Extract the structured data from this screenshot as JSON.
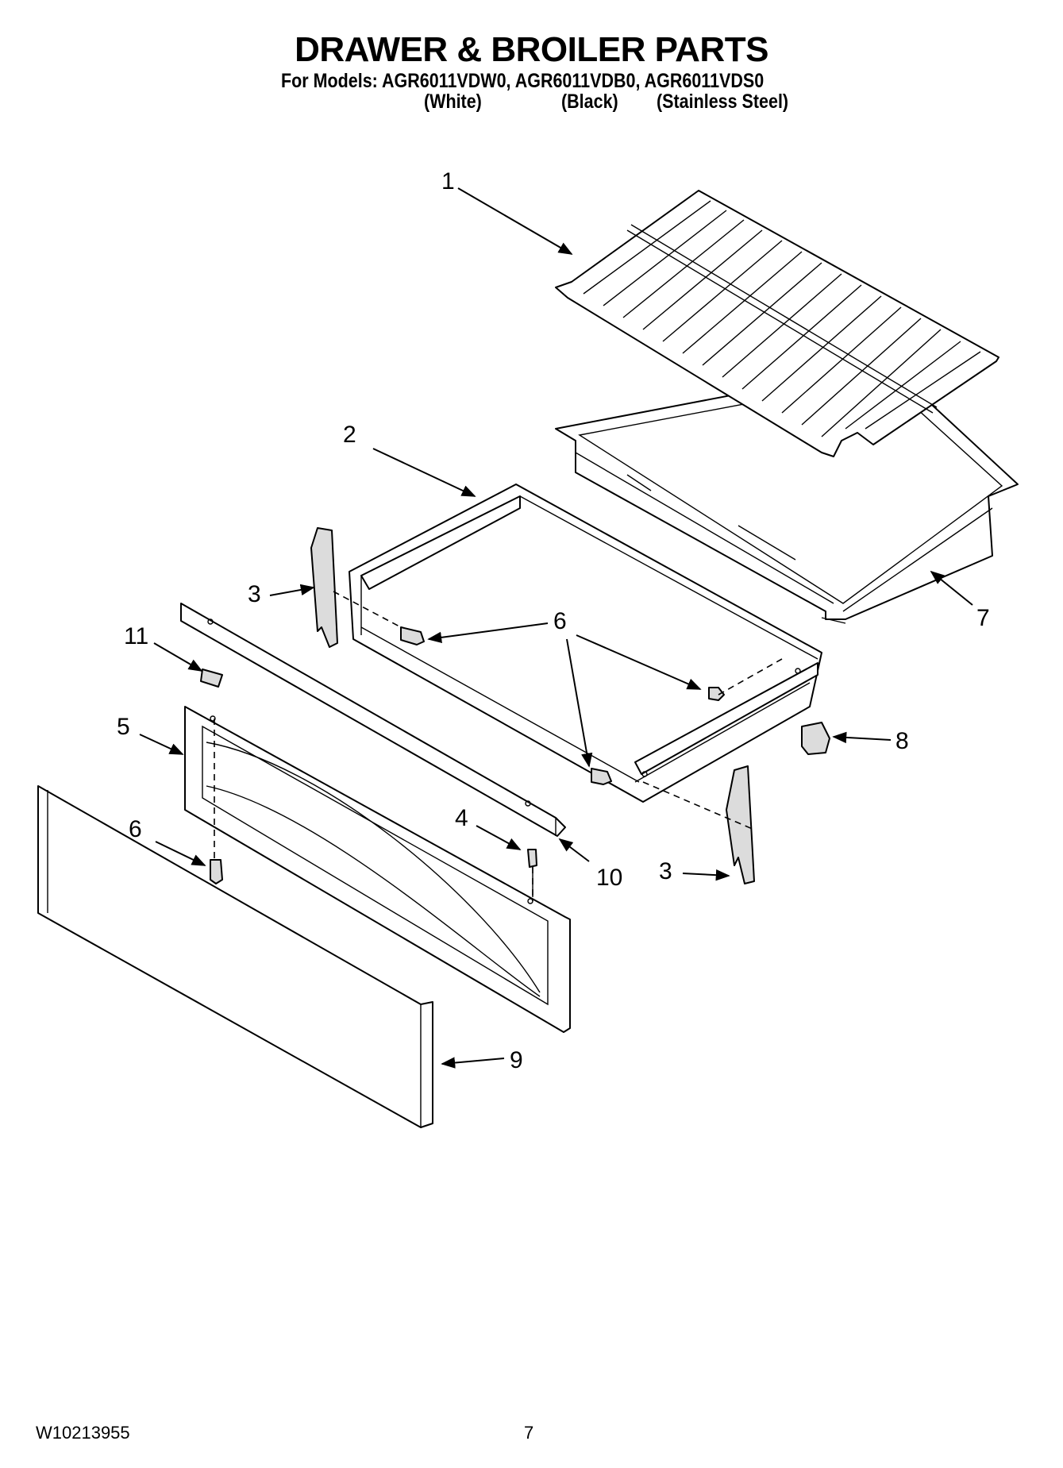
{
  "header": {
    "title": "DRAWER & BROILER PARTS",
    "models_line": "For Models: AGR6011VDW0, AGR6011VDB0, AGR6011VDS0",
    "variants": [
      "(White)",
      "(Black)",
      "(Stainless Steel)"
    ]
  },
  "footer": {
    "doc_number": "W10213955",
    "page_number": "7"
  },
  "callouts": {
    "c1": "1",
    "c2": "2",
    "c3a": "3",
    "c3b": "3",
    "c4": "4",
    "c5": "5",
    "c6a": "6",
    "c6b": "6",
    "c7": "7",
    "c8": "8",
    "c9": "9",
    "c10": "10",
    "c11": "11"
  }
}
